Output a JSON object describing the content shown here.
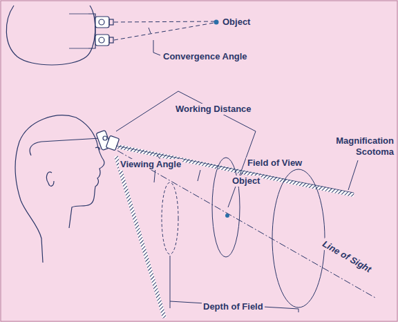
{
  "diagram": {
    "labels": [
      "Object",
      "Convergence Angle",
      "Working Distance",
      "Viewing Angle",
      "Magnification Scotoma",
      "Field of View",
      "Object",
      "Line of Sight",
      "Depth of Field"
    ]
  }
}
